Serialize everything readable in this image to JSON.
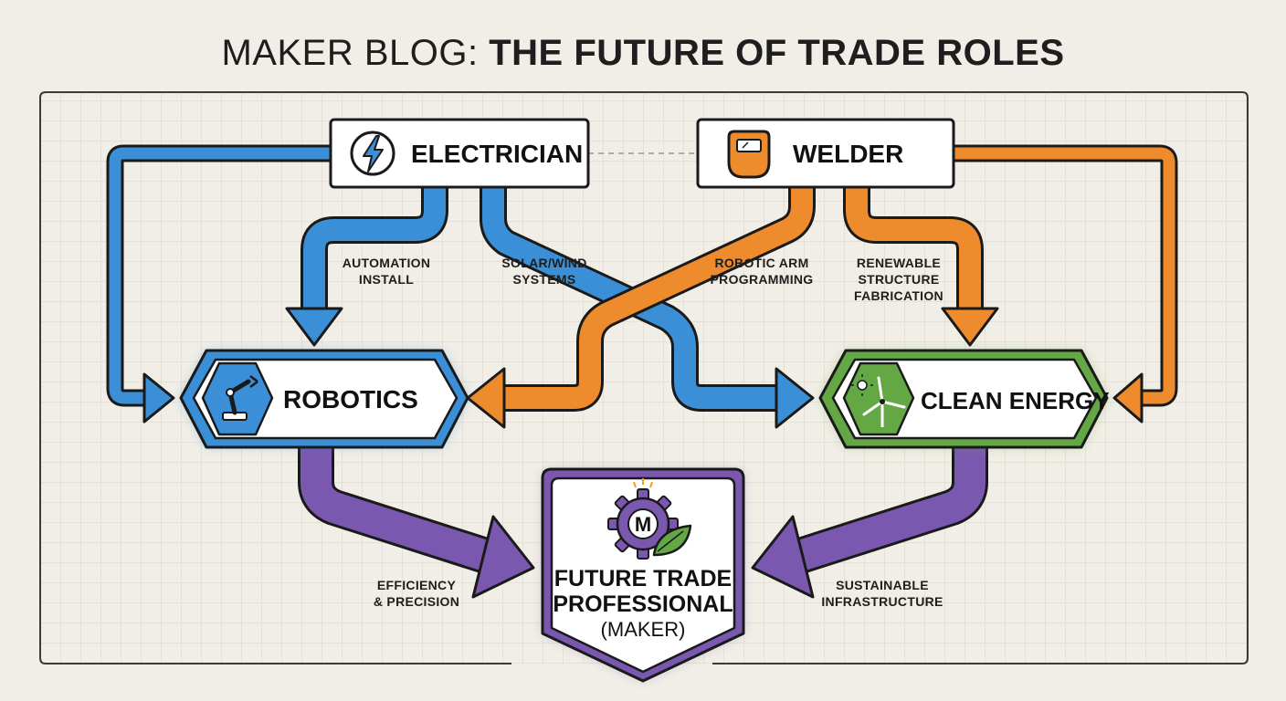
{
  "title": {
    "prefix": "MAKER BLOG: ",
    "emphasis": "THE FUTURE OF TRADE ROLES"
  },
  "nodes": {
    "electrician": {
      "label": "ELECTRICIAN",
      "icon": "lightning-bolt-icon"
    },
    "welder": {
      "label": "WELDER",
      "icon": "welding-mask-icon"
    },
    "robotics": {
      "label": "ROBOTICS",
      "icon": "robotic-arm-icon"
    },
    "clean_energy": {
      "label": "CLEAN ENERGY",
      "icon": "wind-turbine-icon"
    },
    "professional": {
      "line1": "FUTURE TRADE",
      "line2": "PROFESSIONAL",
      "line3": "(MAKER)",
      "badge_letter": "M",
      "icon": "gear-leaf-icon"
    }
  },
  "edges": {
    "automation_install": "AUTOMATION\nINSTALL",
    "solar_wind": "SOLAR/WIND\nSYSTEMS",
    "robotic_arm": "ROBOTIC ARM\nPROGRAMMING",
    "renewable_structure": "RENEWABLE\nSTRUCTURE\nFABRICATION",
    "efficiency": "EFFICIENCY\n& PRECISION",
    "sustainable": "SUSTAINABLE\nINFRASTRUCTURE"
  },
  "colors": {
    "blue": "#3a8fd6",
    "orange": "#ee8b2c",
    "purple": "#7b58b0",
    "green": "#63a845",
    "outline": "#1a1a1a",
    "background": "#f1eee7"
  }
}
